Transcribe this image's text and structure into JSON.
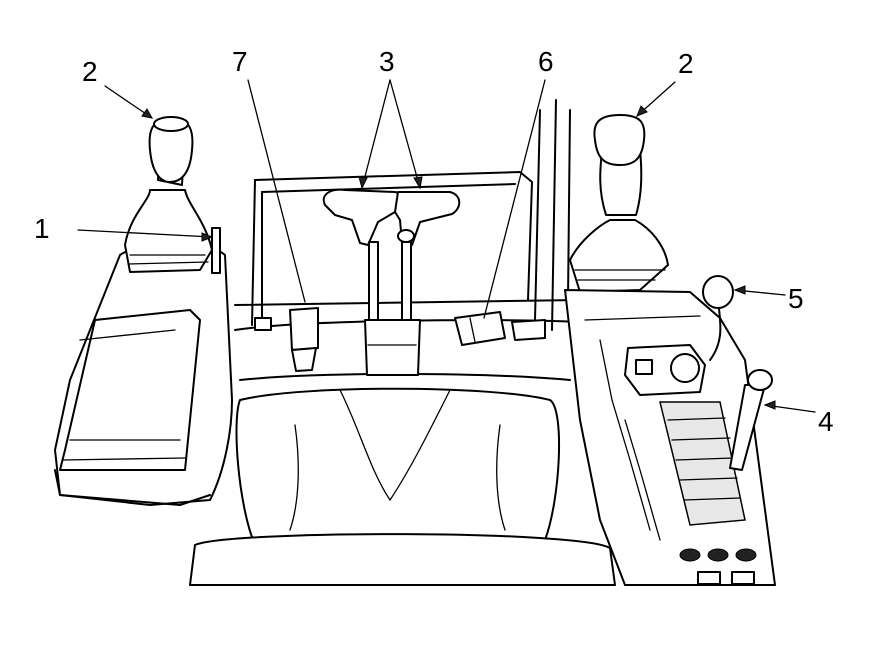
{
  "labels": {
    "left_lever_1": "1",
    "left_lever_2": "2",
    "right_lever_2": "2",
    "travel_levers_3": "3",
    "lever_4": "4",
    "knob_5": "5",
    "pedal_6": "6",
    "pedal_7": "7"
  }
}
